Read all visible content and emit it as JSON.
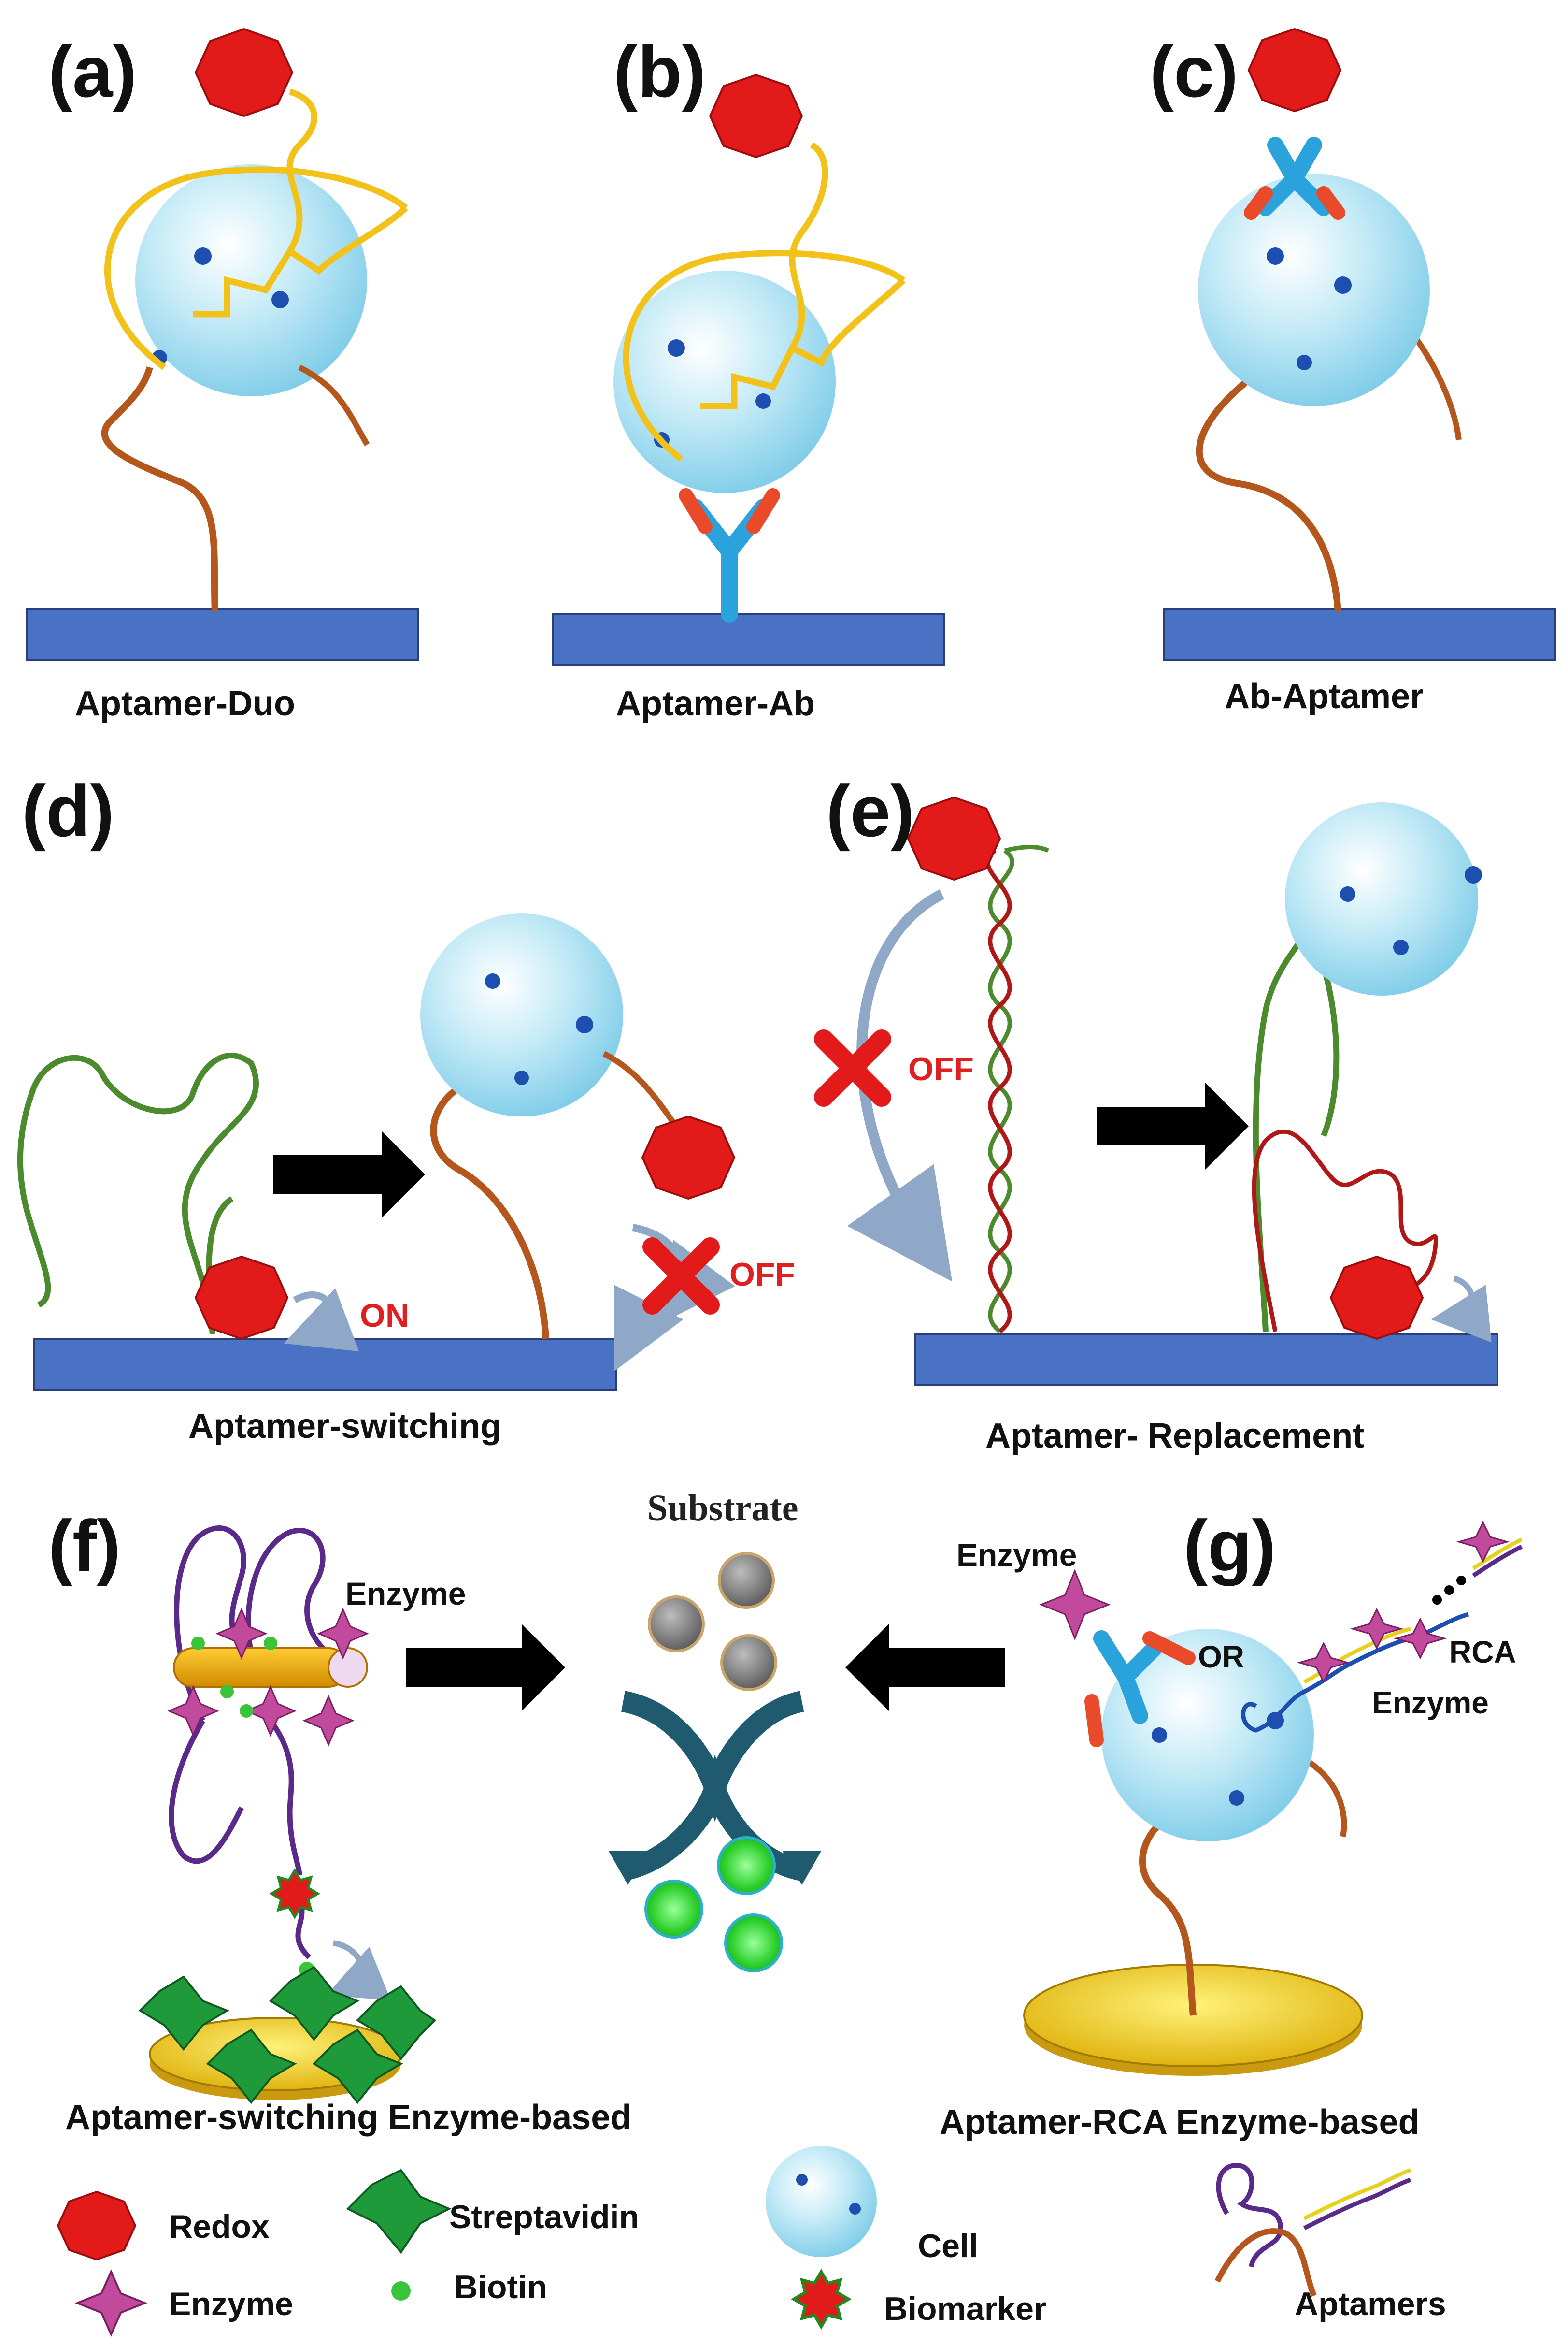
{
  "panels": {
    "a": {
      "letter": "(a)",
      "caption": "Aptamer-Duo"
    },
    "b": {
      "letter": "(b)",
      "caption": "Aptamer-Ab"
    },
    "c": {
      "letter": "(c)",
      "caption": "Ab-Aptamer"
    },
    "d": {
      "letter": "(d)",
      "caption": "Aptamer-switching",
      "on_label": "ON",
      "off_label": "OFF"
    },
    "e": {
      "letter": "(e)",
      "caption": "Aptamer- Replacement",
      "off_label": "OFF"
    },
    "f": {
      "letter": "(f)",
      "caption": "Aptamer-switching Enzyme-based",
      "enzyme_label": "Enzyme"
    },
    "center": {
      "substrate_label": "Substrate"
    },
    "g": {
      "letter": "(g)",
      "caption": "Aptamer-RCA Enzyme-based",
      "enzyme_label": "Enzyme",
      "or_label": "OR",
      "rca_label": "RCA",
      "enzyme2_label": "Enzyme"
    }
  },
  "legend": {
    "redox": "Redox",
    "enzyme": "Enzyme",
    "streptavidin": "Streptavidin",
    "biotin": "Biotin",
    "cell": "Cell",
    "biomarker": "Biomarker",
    "aptamers": "Aptamers"
  },
  "colors": {
    "electrode": "#4a72c4",
    "redox": "#e21a1a",
    "aptamer_brown": "#b5561c",
    "aptamer_yellow": "#f2c21a",
    "aptamer_green": "#4c8a2e",
    "aptamer_red": "#b01818",
    "aptamer_purple": "#5a2a8a",
    "antibody_blue": "#2aa3dd",
    "antibody_red": "#e84a2a",
    "cell": "#bfe6f4",
    "streptavidin": "#1f9a3a",
    "biotin": "#3ac43a",
    "enzyme": "#c24a9c",
    "substrate_gray": "#8c8c8c",
    "product_green": "#3ddb3d",
    "gold": "#f2cf2a"
  }
}
